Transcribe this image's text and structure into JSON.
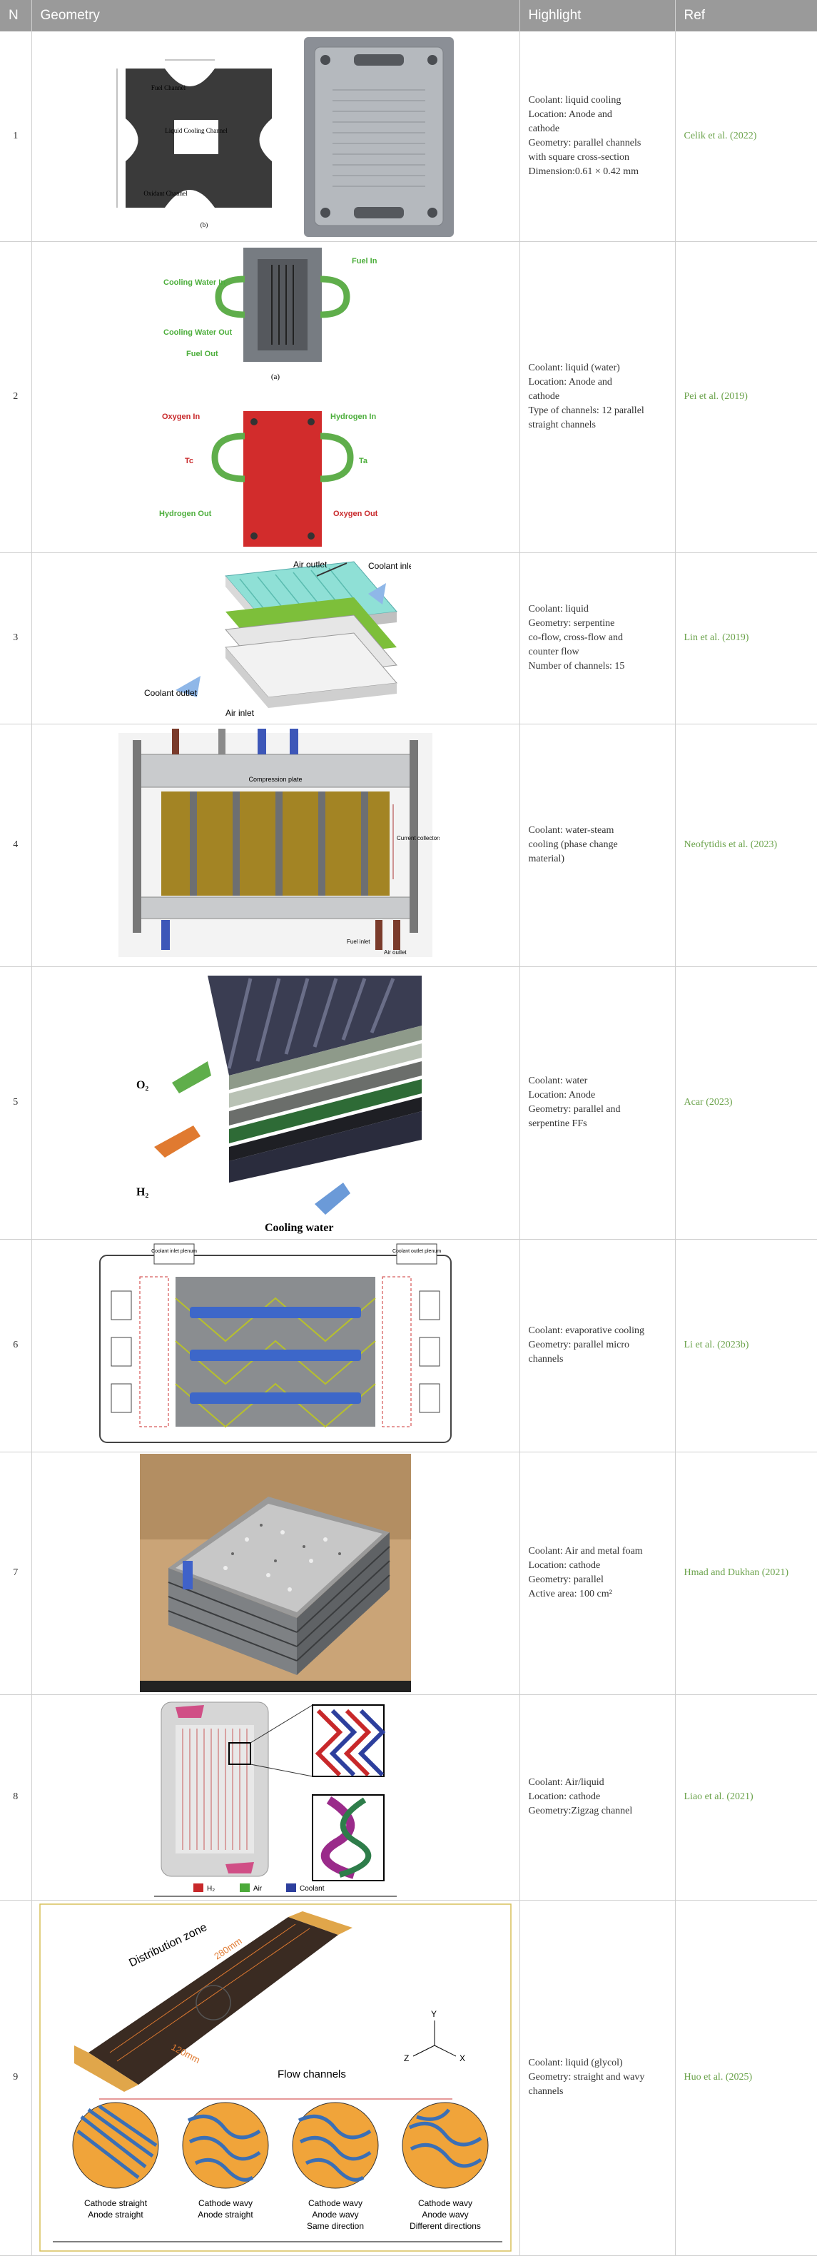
{
  "headers": {
    "n": "N",
    "geometry": "Geometry",
    "highlight": "Highlight",
    "ref": "Ref"
  },
  "rows": [
    {
      "n": "1",
      "highlight": [
        "Coolant: liquid cooling",
        "Location: Anode and",
        "cathode",
        "Geometry: parallel channels",
        "with square cross-section",
        "Dimension:0.61 × 0.42 mm"
      ],
      "ref": "Celik et al. (2022)",
      "fig": {
        "fuel_channel": "Fuel Channel",
        "liquid_channel": "Liquid Cooling Channel",
        "oxidant_channel": "Oxidant Channel",
        "caption": "(b)"
      }
    },
    {
      "n": "2",
      "highlight": [
        "Coolant: liquid (water)",
        "Location: Anode and",
        "cathode",
        "Type of channels: 12 parallel",
        "straight channels"
      ],
      "ref": "Pei et al. (2019)",
      "fig": {
        "fuel_in": "Fuel In",
        "cooling_in": "Cooling Water In",
        "cooling_out": "Cooling Water Out",
        "fuel_out": "Fuel Out",
        "caption": "(a)",
        "oxygen_in": "Oxygen In",
        "hydrogen_in": "Hydrogen In",
        "tc": "Tc",
        "ta": "Ta",
        "hydrogen_out": "Hydrogen Out",
        "oxygen_out": "Oxygen Out"
      }
    },
    {
      "n": "3",
      "highlight": [
        "Coolant: liquid",
        "Geometry: serpentine",
        "co-flow, cross-flow and",
        "counter flow",
        "Number of channels: 15"
      ],
      "ref": "Lin et al. (2019)",
      "fig": {
        "air_outlet": "Air outlet",
        "coolant_inlet": "Coolant inlet",
        "coolant_outlet": "Coolant outlet",
        "air_inlet": "Air inlet"
      }
    },
    {
      "n": "4",
      "highlight": [
        "Coolant: water-steam",
        "cooling (phase change",
        "material)"
      ],
      "ref": "Neofytidis et al. (2023)",
      "fig": {
        "compression_plate": "Compression plate",
        "current_collectors": "Current collectors",
        "fuel_inlet": "Fuel inlet",
        "air_outlet": "Air outlet"
      }
    },
    {
      "n": "5",
      "highlight": [
        "Coolant: water",
        "Location: Anode",
        "Geometry: parallel and",
        "serpentine FFs"
      ],
      "ref": "Acar (2023)",
      "fig": {
        "o2": "O₂",
        "h2": "H₂",
        "cooling_water": "Cooling water"
      }
    },
    {
      "n": "6",
      "highlight": [
        "Coolant: evaporative cooling",
        "Geometry: parallel micro",
        "channels"
      ],
      "ref": "Li et al. (2023b)",
      "fig": {
        "left_plenum": "Coolant inlet plenum",
        "right_plenum": "Coolant outlet plenum"
      }
    },
    {
      "n": "7",
      "highlight": [
        "Coolant: Air and metal foam",
        "Location: cathode",
        "Geometry: parallel",
        "Active area: 100 cm²"
      ],
      "ref": "Hmad and Dukhan (2021)",
      "fig": {}
    },
    {
      "n": "8",
      "highlight": [
        "Coolant: Air/liquid",
        "Location: cathode",
        "Geometry:Zigzag channel"
      ],
      "ref": "Liao et al. (2021)",
      "fig": {
        "legend_h2": "H₂",
        "legend_air": "Air",
        "legend_coolant": "Coolant"
      }
    },
    {
      "n": "9",
      "highlight": [
        "Coolant: liquid (glycol)",
        "Geometry: straight and wavy",
        "channels"
      ],
      "ref": "Huo et al. (2025)",
      "fig": {
        "distribution_zone": "Distribution zone",
        "dim_280": "280mm",
        "dim_120": "120mm",
        "flow_channels": "Flow channels",
        "axis_y": "Y",
        "axis_z": "Z",
        "axis_x": "X",
        "c1a": "Cathode straight",
        "c1b": "Anode straight",
        "c2a": "Cathode wavy",
        "c2b": "Anode straight",
        "c3a": "Cathode wavy",
        "c3b": "Anode wavy",
        "c3c": "Same direction",
        "c4a": "Cathode wavy",
        "c4b": "Anode wavy",
        "c4c": "Different directions"
      }
    }
  ],
  "colors": {
    "header_bg": "#9a9a9a",
    "ref_green": "#6aa24a",
    "border": "#cfcfcf"
  }
}
